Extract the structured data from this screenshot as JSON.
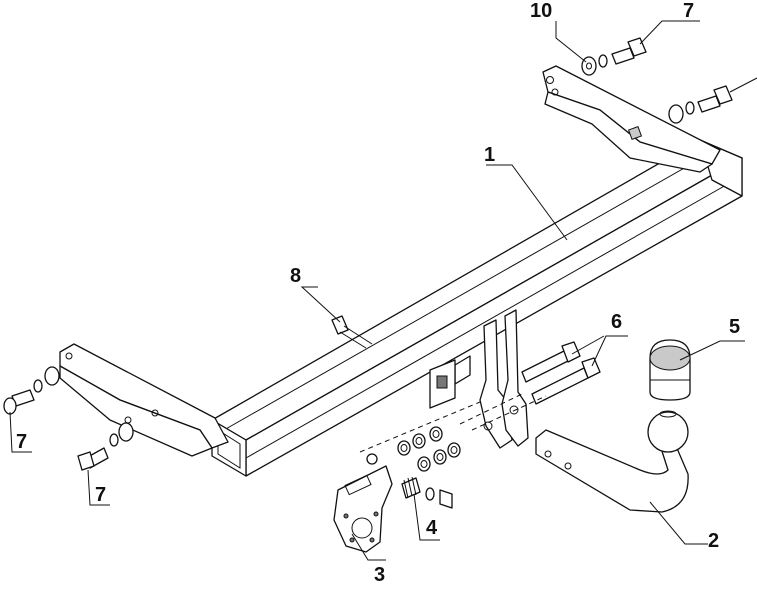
{
  "callouts": {
    "c1": "1",
    "c2": "2",
    "c3": "3",
    "c4": "4",
    "c5": "5",
    "c6": "6",
    "c7_top": "7",
    "c7_left": "7",
    "c7_bottom": "7",
    "c8": "8",
    "c10": "10"
  }
}
